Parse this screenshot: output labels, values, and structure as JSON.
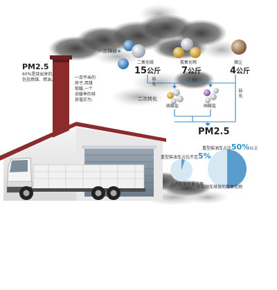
{
  "left_note": {
    "title": "PM2.5",
    "line1": "60%是烧出来的,",
    "line2": "包括燃煤、燃油。"
  },
  "chimney_note": {
    "line1": "一百平米的",
    "line2": "房子,用煤",
    "line3": "取暖,一个",
    "line4": "采暖季的排",
    "line5": "放值实为:"
  },
  "primary_emission_label": "一次排放",
  "secondary_label": "二次转化",
  "convert_label_1": "转化",
  "convert_label_2": "转化",
  "pollutants": [
    {
      "name": "二氧化硫",
      "value": "15",
      "unit": "公斤"
    },
    {
      "name": "氮氧化物",
      "value": "7",
      "unit": "公斤"
    },
    {
      "name": "烟尘",
      "value": "4",
      "unit": "公斤"
    }
  ],
  "secondary_products": [
    "硫酸盐",
    "硝酸盐"
  ],
  "pm_title": "PM2.5",
  "pie_left": {
    "caption_prefix": "重型柴油车占比不足",
    "caption_pct": "5%",
    "caption_sub": "占汽车保有量比率",
    "fraction": 0.05
  },
  "pie_right": {
    "caption_prefix": "重型柴油车占比",
    "caption_pct": "50%",
    "caption_suffix": "以上",
    "caption_sub": "占机动车排放的氮氧化物",
    "fraction": 0.5
  },
  "colors": {
    "pie_fill": "#5a9ccc",
    "pie_bg": "#d6e8f4",
    "arrow": "#3a86c2",
    "smoke": "#6b6b6b",
    "roof": "#8b2b2b"
  }
}
